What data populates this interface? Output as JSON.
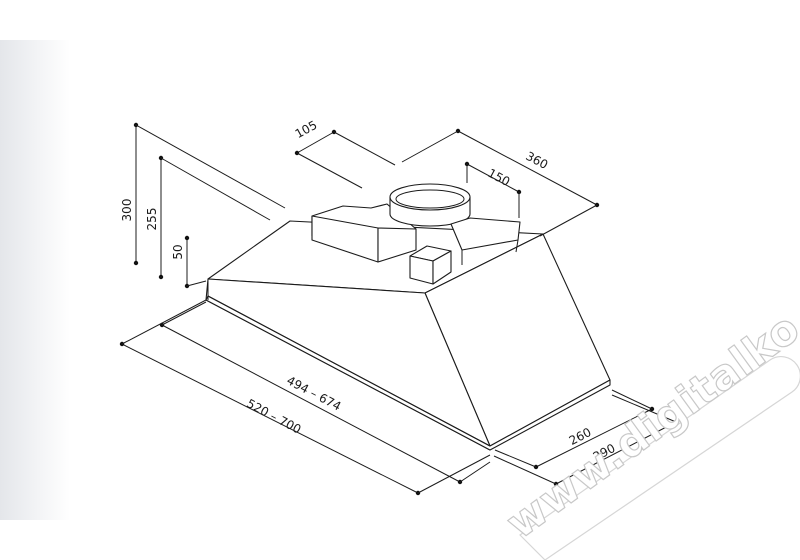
{
  "dimensions": {
    "depth_upper": "105",
    "width_top": "360",
    "duct_diameter": "150",
    "height_total": "300",
    "height_upper": "255",
    "height_lower": "50",
    "width_inner": "494 – 674",
    "width_outer": "520 – 700",
    "depth_inner": "260",
    "depth_outer": "290"
  },
  "watermark": {
    "text": "www.digitalko.hu"
  }
}
